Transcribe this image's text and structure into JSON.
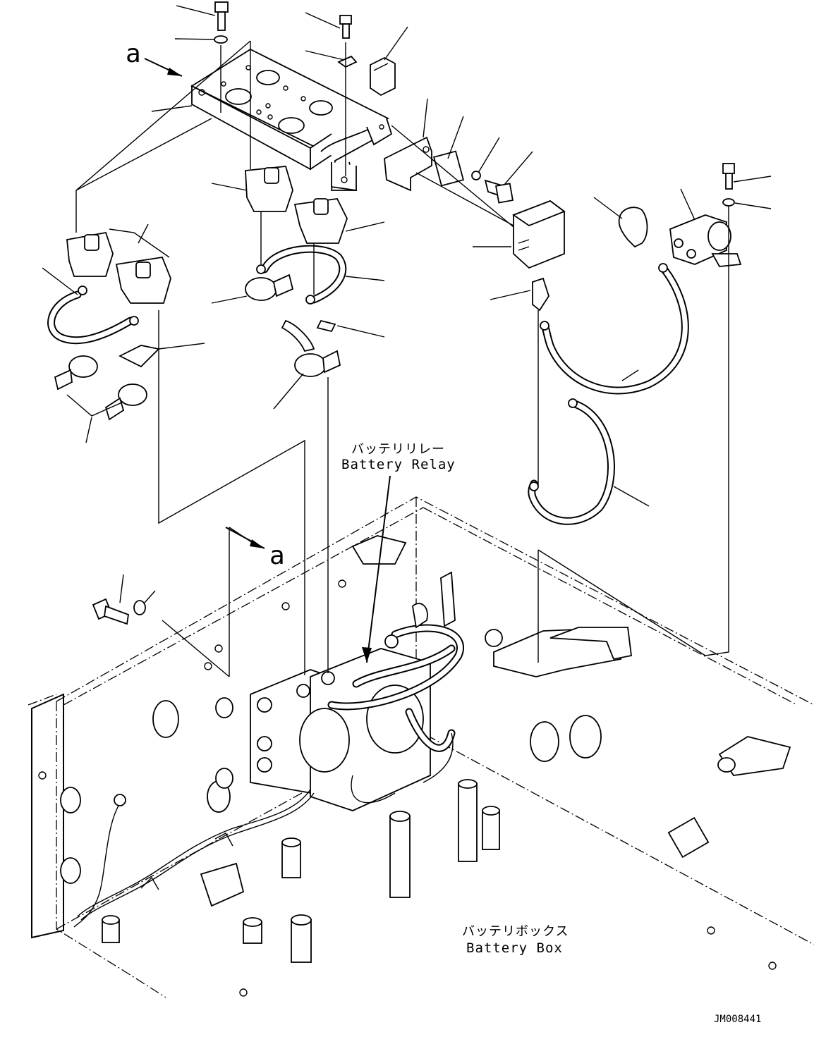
{
  "diagram": {
    "view_label": "a",
    "callouts": {
      "relay": {
        "ja": "バッテリリレー",
        "en": "Battery Relay"
      },
      "box": {
        "ja": "バッテリボックス",
        "en": "Battery Box"
      }
    },
    "drawing_code": "JM008441"
  }
}
